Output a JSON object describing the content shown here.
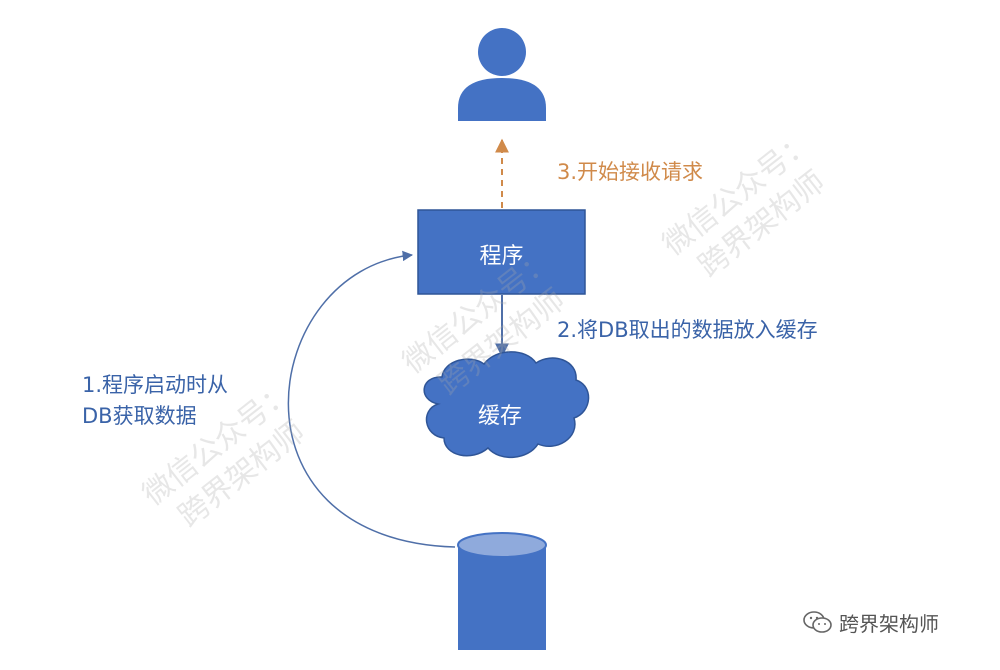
{
  "nodes": {
    "program": "程序",
    "cache": "缓存"
  },
  "steps": {
    "step1_line1": "1.程序启动时从",
    "step1_line2": "DB获取数据",
    "step2": "2.将DB取出的数据放入缓存",
    "step3": "3.开始接收请求"
  },
  "watermark": {
    "line1": "微信公众号：",
    "line2": "跨界架构师"
  },
  "brand": {
    "name": "跨界架构师",
    "icon": "wechat-icon"
  },
  "colors": {
    "node_fill": "#4472c4",
    "node_border": "#2f5597",
    "arrow_blue": "#4f6fa8",
    "arrow_orange": "#d08a4a",
    "step_blue": "#3a63a8",
    "step_orange": "#d08a4a"
  }
}
